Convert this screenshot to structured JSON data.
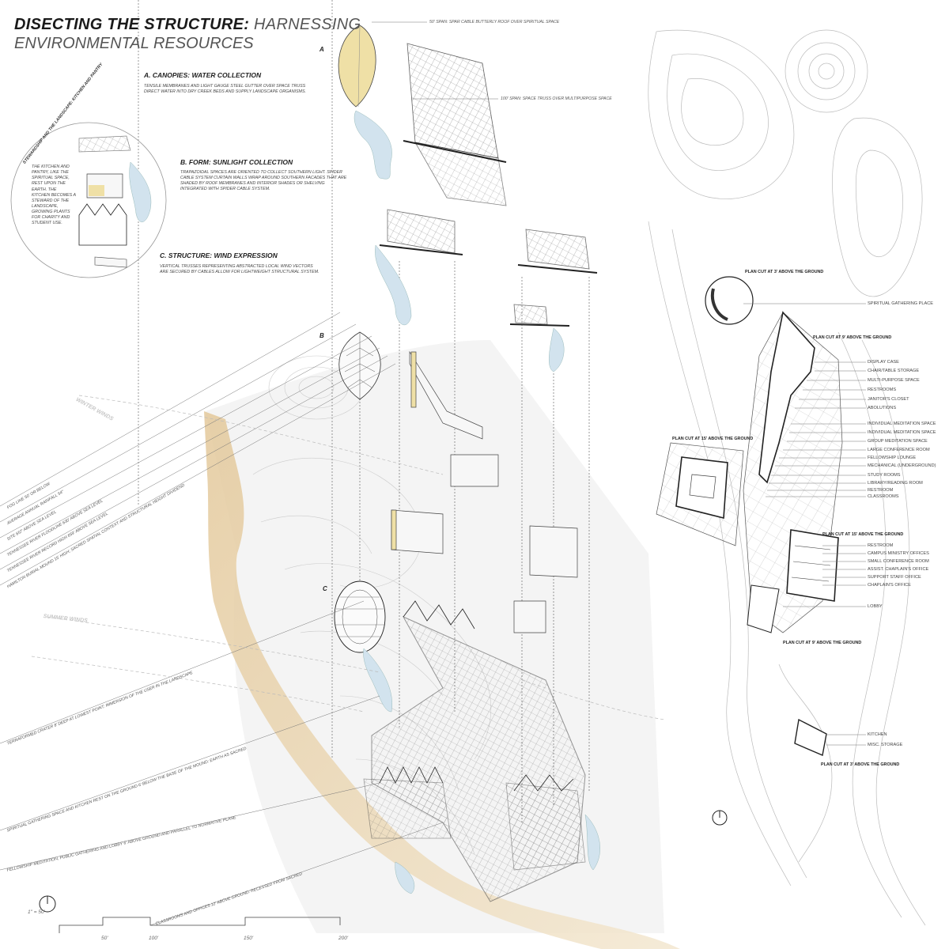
{
  "title": {
    "bold": "DISECTING THE STRUCTURE:",
    "light": " HARNESSING",
    "line2": "ENVIRONMENTAL RESOURCES"
  },
  "sections": {
    "a_head": "A. CANOPIES: WATER COLLECTION",
    "a_body": "TENSILE MEMBRANES AND LIGHT GAUGE STEEL GUTTER OVER SPACE TRUSS DIRECT WATER INTO DRY CREEK BEDS AND SUPPLY LANDSCAPE ORGANISMS.",
    "b_head": "B. FORM: SUNLIGHT COLLECTION",
    "b_body": "TRAPAZOIDAL SPACES ARE ORIENTED TO COLLECT SOUTHERN LIGHT. SPIDER CABLE SYSTEM CURTAIN WALLS WRAP AROUND SOUTHERN FACADES THAT ARE SHADED BY ROOF MEMBRANES AND INTERIOR SHADES OR SHELVING INTEGRATED WITH SPIDER CABLE SYSTEM.",
    "c_head": "C. STRUCTURE: WIND EXPRESSION",
    "c_body": "VERTICAL TRUSSES REPRESENTING ABSTRACTED LOCAL WIND VECTORS ARE SECURED BY CABLES ALLOW FOR LIGHTWEIGHT STRUCTURAL SYSTEM."
  },
  "stewardship": {
    "heading": "STEWARDSHIP AND THE LANDSCAPE: KITCHEN AND PANTRY",
    "body": "THE KITCHEN AND PANTRY, LIKE THE SPIRITUAL SPACE, REST UPON THE EARTH. THE KITCHEN BECOMES A STEWARD OF THE LANDSCAPE, GROWING PLANTS FOR CHARITY AND STUDENT USE."
  },
  "letters": {
    "a": "A",
    "b": "B",
    "c": "C"
  },
  "roof_notes": {
    "span50": "50' SPAN: SPAR CABLE BUTTERLY ROOF OVER SPIRITUAL SPACE",
    "span100": "100' SPAN: SPACE TRUSS OVER MULTIPURPOSE SPACE"
  },
  "winds": {
    "winter": "WINTER WINDS",
    "summer": "SUMMER WINDS"
  },
  "diagonal_notes": [
    "FOG LINE   50' OR BELOW",
    "AVERAGE ANNUAL RAINFALL 54\"",
    "SITE 657' ABOVE SEA LEVEL",
    "TENNESSEE RIVER FLOODLINE 630' ABOVE SEA LEVEL",
    "TENNESSEE RIVER RECORD HIGH 659' ABOVE SEA LEVEL",
    "HAMILTON BURIAL MOUND 15' HIGH; SACRED SPATIAL CONTEXT AND STRUCTURAL HEIGHT DIVIDEND"
  ],
  "lower_notes": [
    "TERRAFORMED CRATER 8' DEEP AT LOWEST POINT: IMMERSION OF THE USER IN THE LANDSCAPE",
    "SPIRITUAL GATHERING SPACE AND KITCHEN REST ON THE GROUND 6' BELOW THE BASE OF THE MOUND: EARTH AS SACRED",
    "FELLOWSHIP MEDITATION, PUBLIC GATHERING AND LOBBY 6' ABOVE GROUND AND PARALLEL TO NORMATIVE PLANE",
    "CLASSROOMS AND OFFICES 12' ABOVE GROUND: RECESSED FROM SACRED"
  ],
  "plan_cuts": {
    "c1": "PLAN CUT AT 3' ABOVE THE GROUND",
    "c2": "PLAN CUT AT 9' ABOVE THE GROUND",
    "c3": "PLAN CUT AT 15' ABOVE THE GROUND",
    "c4": "PLAN CUT AT 15' ABOVE THE GROUND",
    "c5": "PLAN CUT AT 9' ABOVE THE GROUND",
    "c6": "PLAN CUT AT 3' ABOVE THE GROUND"
  },
  "room_labels": {
    "spiritual": "SPIRITUAL GATHERING PLACE",
    "group1": [
      "DISPLAY CASE",
      "CHAIR/TABLE STORAGE",
      "MULTI-PURPOSE SPACE",
      "RESTROOMS",
      "JANITOR'S CLOSET",
      "ABOLUTIONS",
      "INDIVIDUAL MEDITATION SPACE",
      "INDIVIDUAL MEDITATION SPACE",
      "GROUP MEDITATION SPACE",
      "LARGE CONFERENCE ROOM",
      "FELLOWSHIP LOUNGE",
      "MECHANICAL (UNDERGROUND)",
      "STUDY ROOMS",
      "LIBRARY/READING ROOM",
      "RESTROOM",
      "CLASSROOMS"
    ],
    "group2": [
      "RESTROOM",
      "CAMPUS MINISTRY OFFICES",
      "SMALL CONFERENCE ROOM",
      "ASSIST. CHAPLAIN'S OFFICE",
      "SUPPORT STAFF OFFICE",
      "CHAPLAIN'S OFFICE"
    ],
    "lobby": "LOBBY",
    "kitchen": "KITCHEN",
    "storage": "MISC. STORAGE"
  },
  "scale": {
    "ratio": "1\" = 50'",
    "marks": [
      "50'",
      "100'",
      "150'",
      "200'"
    ]
  },
  "colors": {
    "earth": "#e9d6b2",
    "water": "#d2e3ee",
    "accent": "#efe0a6",
    "line": "#666666"
  }
}
